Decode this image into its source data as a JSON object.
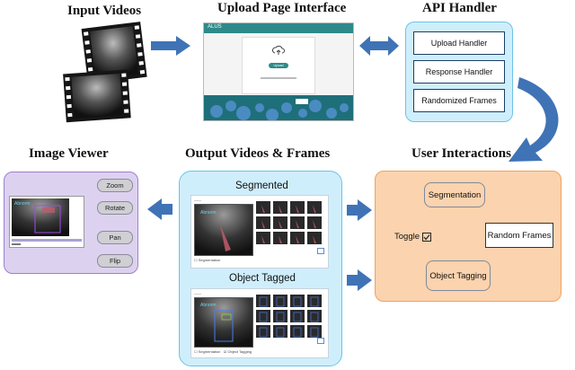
{
  "titles": {
    "input_videos": "Input Videos",
    "upload_page": "Upload Page Interface",
    "api_handler": "API Handler",
    "image_viewer": "Image Viewer",
    "output_videos": "Output Videos & Frames",
    "user_interactions": "User Interactions"
  },
  "upload_page": {
    "logo": "ALUS",
    "upload_button": "Upload"
  },
  "api_handler": {
    "items": [
      "Upload Handler",
      "Response Handler",
      "Randomized Frames"
    ]
  },
  "user_interactions": {
    "segmentation": "Segmentation",
    "random_frames": "Random Frames",
    "object_tagging": "Object Tagging",
    "toggle": "Toggle"
  },
  "output": {
    "segmented": "Segmented",
    "object_tagged": "Object Tagged",
    "segmentation_toggle": "Segmentation",
    "object_tagging_toggle": "Object Tagging"
  },
  "image_viewer": {
    "buttons": [
      "Zoom",
      "Rotate",
      "Pan",
      "Flip"
    ]
  },
  "colors": {
    "arrow": "#3f73b6",
    "api_panel": "#cfeefb",
    "ui_panel": "#fbd3ae",
    "viewer_panel": "#ddd1f0",
    "upload_header": "#2e8a8a"
  }
}
